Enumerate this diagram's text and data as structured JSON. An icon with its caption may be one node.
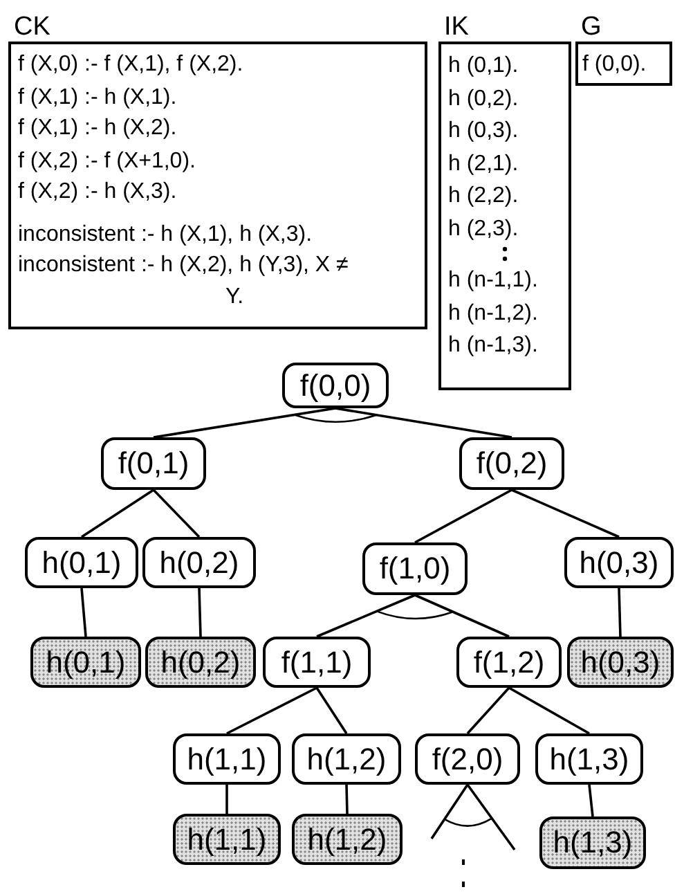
{
  "diagram": {
    "nodes": [
      {
        "text": [
          "CK",
          "f (X,0) :- f (X,1), f (X,2).",
          "f (X,1) :- h (X,1).",
          "f (X,1) :- h (X,2).",
          "f (X,2) :- f (X+1,0).",
          "f (X,2) :- h (X,3).",
          "inconsistent :- h (X,1), h (X,3).",
          "inconsistent :- h (X,2), h (Y,3), X ≠ Y."
        ]
      },
      {
        "text": [
          "IK",
          "h (0,1).",
          "h (0,2).",
          "h (0,3).",
          "h (2,1).",
          "h (2,2).",
          "h (2,3).",
          "h (n-1,1).",
          "h (n-1,2).",
          "h (n-1,3)."
        ]
      },
      {
        "text": [
          "G",
          "f (0,0)."
        ]
      },
      {
        "text": [
          "f(0,0)"
        ]
      },
      {
        "text": [
          "f(0,1)"
        ]
      },
      {
        "text": [
          "f(0,2)"
        ]
      },
      {
        "text": [
          "h(0,1)"
        ]
      },
      {
        "text": [
          "h(0,2)"
        ]
      },
      {
        "text": [
          "f(1,0)"
        ]
      },
      {
        "text": [
          "h(0,3)"
        ]
      },
      {
        "text": [
          "h(0,1)"
        ]
      },
      {
        "text": [
          "h(0,2)"
        ]
      },
      {
        "text": [
          "f(1,1)"
        ]
      },
      {
        "text": [
          "f(1,2)"
        ]
      },
      {
        "text": [
          "h(0,3)"
        ]
      },
      {
        "text": [
          "h(1,1)"
        ]
      },
      {
        "text": [
          "h(1,2)"
        ]
      },
      {
        "text": [
          "f(2,0)"
        ]
      },
      {
        "text": [
          "h(1,3)"
        ]
      },
      {
        "text": [
          "h(1,1)"
        ]
      },
      {
        "text": [
          "h(1,2)"
        ]
      },
      {
        "text": [
          "h(1,3)"
        ]
      }
    ],
    "edges": [
      {
        "from": 3,
        "to": 4,
        "arrow": "none"
      },
      {
        "from": 3,
        "to": 5,
        "arrow": "none"
      },
      {
        "from": 4,
        "to": 6,
        "arrow": "none"
      },
      {
        "from": 4,
        "to": 7,
        "arrow": "none"
      },
      {
        "from": 5,
        "to": 8,
        "arrow": "none"
      },
      {
        "from": 5,
        "to": 9,
        "arrow": "none"
      },
      {
        "from": 6,
        "to": 10,
        "arrow": "none"
      },
      {
        "from": 7,
        "to": 11,
        "arrow": "none"
      },
      {
        "from": 8,
        "to": 12,
        "arrow": "none"
      },
      {
        "from": 8,
        "to": 13,
        "arrow": "none"
      },
      {
        "from": 9,
        "to": 14,
        "arrow": "none"
      },
      {
        "from": 12,
        "to": 15,
        "arrow": "none"
      },
      {
        "from": 12,
        "to": 16,
        "arrow": "none"
      },
      {
        "from": 13,
        "to": 17,
        "arrow": "none"
      },
      {
        "from": 13,
        "to": 18,
        "arrow": "none"
      },
      {
        "from": 15,
        "to": 19,
        "arrow": "none"
      },
      {
        "from": 16,
        "to": 20,
        "arrow": "none"
      },
      {
        "from": 18,
        "to": 21,
        "arrow": "none"
      },
      {
        "from": 17,
        "to": null,
        "arrow": "none"
      },
      {
        "from": 17,
        "to": null,
        "arrow": "none"
      }
    ]
  }
}
